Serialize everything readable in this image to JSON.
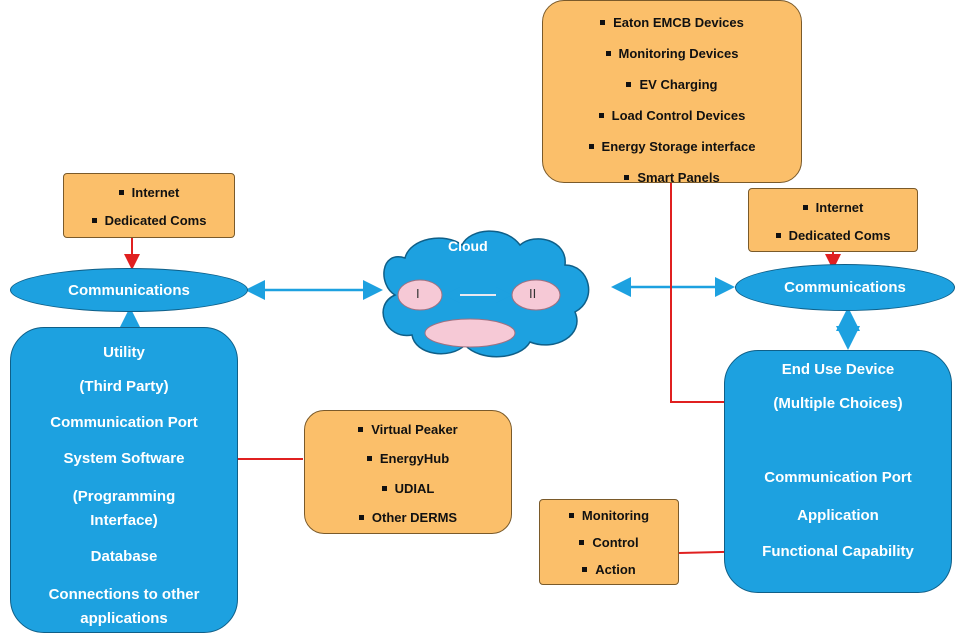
{
  "eaton_box": {
    "items": [
      "Eaton EMCB Devices",
      "Monitoring Devices",
      "EV Charging",
      "Load Control Devices",
      "Energy Storage interface",
      "Smart Panels"
    ]
  },
  "left_coms": {
    "items": [
      "Internet",
      "Dedicated Coms"
    ]
  },
  "right_coms": {
    "items": [
      "Internet",
      "Dedicated Coms"
    ]
  },
  "left_communications": "Communications",
  "right_communications": "Communications",
  "cloud": {
    "label": "Cloud",
    "node_1": "I",
    "node_2": "II"
  },
  "utility": {
    "lines": [
      "Utility",
      "(Third Party)",
      "Communication Port",
      "System Software",
      "(Programming",
      "Interface)",
      "Database",
      "Connections to other",
      "applications"
    ]
  },
  "derms": {
    "items": [
      "Virtual Peaker",
      "EnergyHub",
      "UDIAL",
      "Other DERMS"
    ]
  },
  "end_use": {
    "lines": [
      "End Use Device",
      "(Multiple Choices)",
      "Communication Port",
      "Application",
      "Functional Capability"
    ]
  },
  "control": {
    "items": [
      "Monitoring",
      "Control",
      "Action"
    ]
  },
  "colors": {
    "orange": "#fbbf6a",
    "blue": "#1da1e0",
    "red_arrow": "#e02020",
    "cloud_pink": "#f6c9d6"
  }
}
